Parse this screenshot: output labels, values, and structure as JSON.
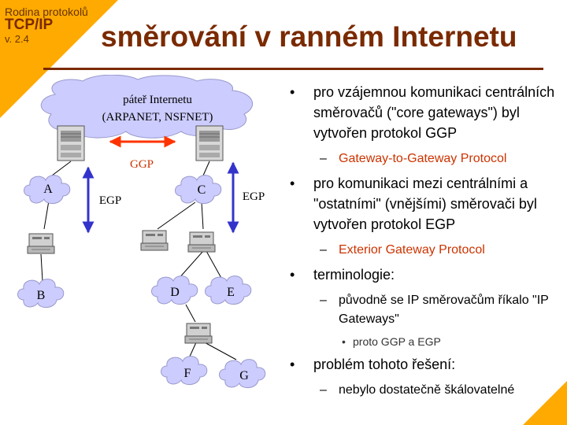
{
  "header": {
    "course_label": "Rodina protokolů",
    "protocol": "TCP/IP",
    "version": "v. 2.4",
    "title": "směrování v ranném Internetu"
  },
  "diagram": {
    "backbone_line1": "páteř Internetu",
    "backbone_line2": "(ARPANET, NSFNET)",
    "ggp_label": "GGP",
    "egp_left_label": "EGP",
    "egp_right_label": "EGP",
    "nodes": {
      "a": "A",
      "b": "B",
      "c": "C",
      "d": "D",
      "e": "E",
      "f": "F",
      "g": "G"
    },
    "colors": {
      "cloud": "#ccccff",
      "ggp_arrow": "#ff3300",
      "egp_arrow": "#3333cc"
    }
  },
  "bullets": [
    {
      "text": "pro vzájemnou komunikaci centrálních směrovačů (\"core gateways\") byl vytvořen protokol GGP",
      "sub": "Gateway-to-Gateway Protocol"
    },
    {
      "text": "pro komunikaci mezi centrálními  a \"ostatními\" (vnějšími) směrovači byl vytvořen protokol EGP",
      "sub": "Exterior Gateway Protocol"
    },
    {
      "text": "terminologie:",
      "sub": "původně se IP směrovačům říkalo \"IP Gateways\"",
      "subsub": "proto GGP a EGP"
    },
    {
      "text": "problém tohoto řešení:",
      "sub": "nebylo dostatečně škálovatelné"
    }
  ]
}
